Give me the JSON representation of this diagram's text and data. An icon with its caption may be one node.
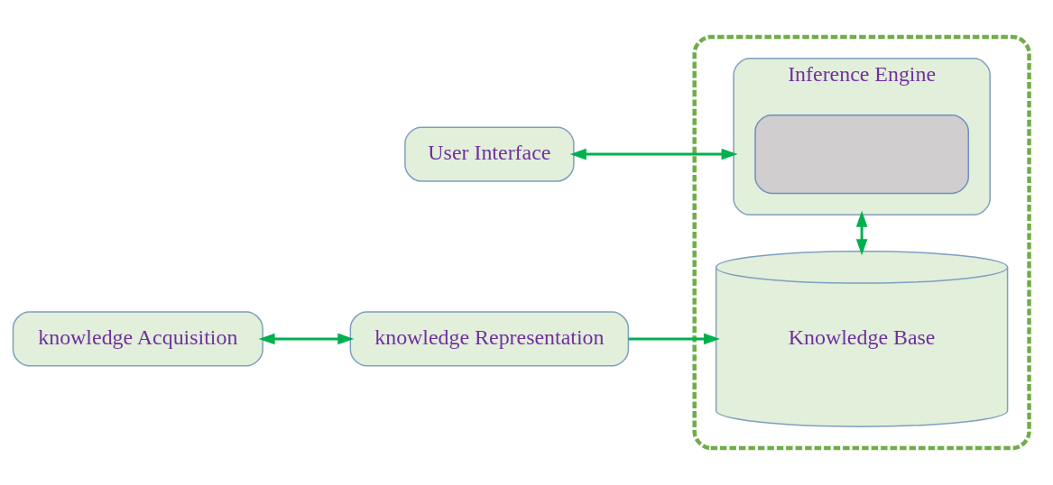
{
  "diagram": {
    "nodes": [
      {
        "text": [],
        "shape": "box"
      },
      {
        "text": [
          "Inference Engine"
        ],
        "in": 0
      },
      {
        "text": [],
        "shape": "box",
        "in": 1
      },
      {
        "text": [
          "Knowledge Base"
        ],
        "in": 0
      },
      {
        "text": [
          "User Interface"
        ]
      },
      {
        "text": [
          "knowledge Acquisition"
        ]
      },
      {
        "text": [
          "knowledge Representation"
        ]
      }
    ],
    "edges": [
      {
        "from": 4,
        "to": 1,
        "arrow": "both"
      },
      {
        "from": 1,
        "to": 3,
        "arrow": "both"
      },
      {
        "from": 6,
        "to": 3,
        "arrow": "to"
      },
      {
        "from": 5,
        "to": 6,
        "arrow": "both"
      }
    ]
  }
}
